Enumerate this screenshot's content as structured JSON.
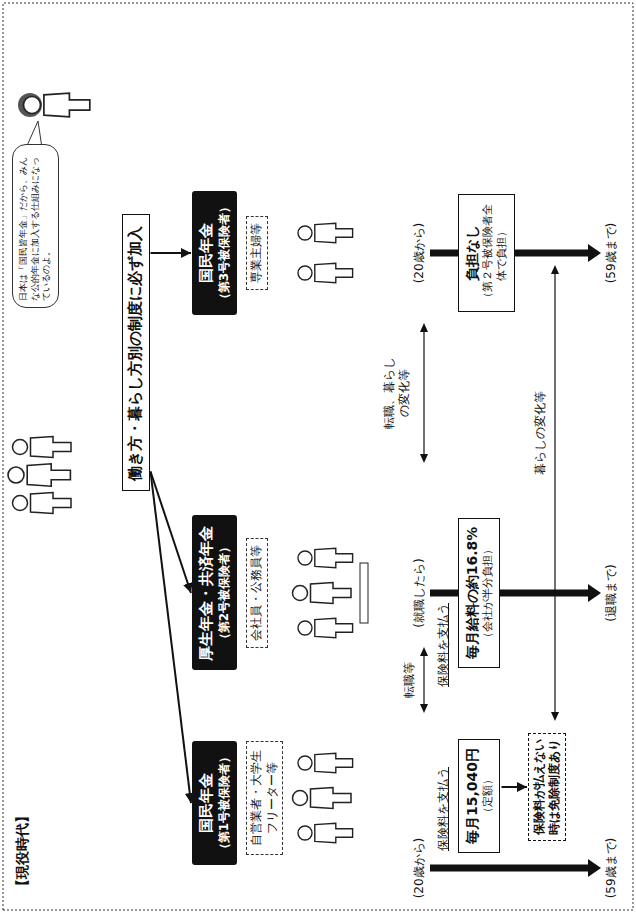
{
  "diagram": {
    "nodes": [
      {
        "text": [
          "日本は「国民皆年金」だから、みんな公的年金に加入する仕組みになっているのよ。"
        ]
      },
      {
        "text": [
          "働き方・暮らし方別の制度に必ず加入"
        ]
      },
      {
        "text": [
          "国民年金",
          "（第1号被保険者）"
        ]
      },
      {
        "text": [
          "自営業者・大学生 フリーター等"
        ]
      },
      {
        "text": [
          "厚生年金・共済年金",
          "（第2号被保険者）"
        ]
      },
      {
        "text": [
          "会社員・公務員等"
        ]
      },
      {
        "text": [
          "国民年金",
          "（第3号被保険者）"
        ]
      },
      {
        "text": [
          "専業主婦等"
        ]
      },
      {
        "text": [
          "毎月15,040円",
          "（定額）"
        ]
      },
      {
        "text": [
          "保険料が払えない時は免除制度あり"
        ]
      },
      {
        "text": [
          "毎月給料の約16.8%",
          "（会社が半分負担）"
        ]
      },
      {
        "text": [
          "負担なし",
          "（第２号被保険者全体で負担）"
        ]
      }
    ],
    "edges": [
      {
        "from": 1,
        "to": 2,
        "arrow": "to"
      },
      {
        "from": 1,
        "to": 4,
        "arrow": "to"
      },
      {
        "from": 1,
        "to": 6,
        "arrow": "to"
      },
      {
        "from": 8,
        "to": 9,
        "arrow": "to"
      }
    ],
    "labels": [
      "【現役時代】",
      "(20歳から)",
      "保険料を支払う",
      "(59歳まで)",
      "転職等",
      "(就職したら)",
      "保険料を支払う",
      "(退職まで)",
      "転職、暮らしの変化等",
      "(20歳から)",
      "(59歳まで)",
      "暮らしの変化等"
    ]
  }
}
